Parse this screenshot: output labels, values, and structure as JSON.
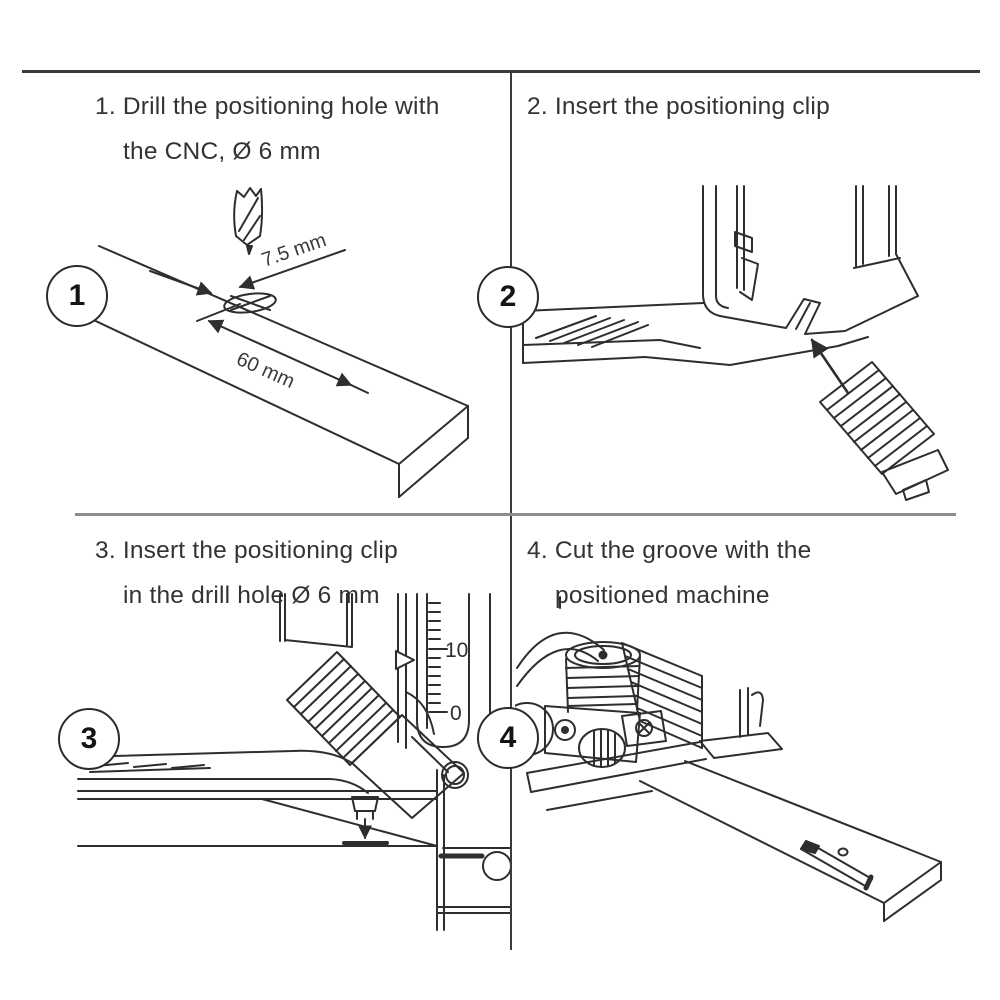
{
  "page": {
    "background": "#ffffff",
    "ink_color": "#2e2e2e",
    "text_color": "#333333",
    "top_rule_color": "#3a3a3a",
    "mid_rule_color": "#8c8c8c"
  },
  "steps": [
    {
      "number": "1",
      "line1": "1. Drill the positioning hole with",
      "line2": "the CNC, Ø 6 mm"
    },
    {
      "number": "2",
      "line1": "2. Insert the positioning clip",
      "line2": ""
    },
    {
      "number": "3",
      "line1": "3. Insert the positioning clip",
      "line2": "in the drill hole Ø 6 mm"
    },
    {
      "number": "4",
      "line1": "4. Cut the groove with the",
      "line2": "positioned machine"
    }
  ],
  "figure1": {
    "dim_small": "7.5 mm",
    "dim_large": "60 mm"
  },
  "figure3": {
    "scale_label_top": "10",
    "scale_label_bottom": "0"
  }
}
